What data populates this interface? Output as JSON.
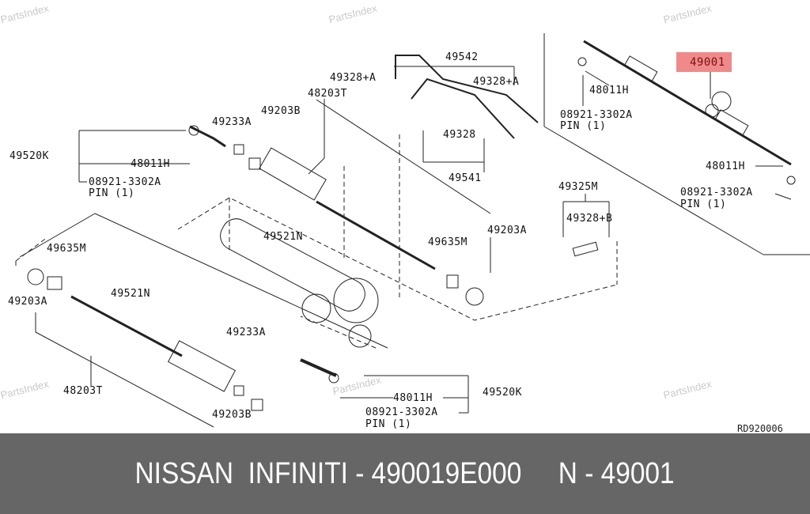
{
  "watermark": "PartsIndex",
  "highlight_color": "#f08a8a",
  "labels": {
    "l49542": "49542",
    "l49328a_1": "49328+A",
    "l49328a_2": "49328+A",
    "l48203t_1": "48203T",
    "l49203b_1": "49203B",
    "l49233a_1": "49233A",
    "l49328": "49328",
    "l49541": "49541",
    "l49520k_1": "49520K",
    "l48011h_1": "48011H",
    "l08921_1": "08921-3302A",
    "pin_1": "PIN (1)",
    "l49325m": "49325M",
    "l49328b": "49328+B",
    "l49203a_1": "49203A",
    "l49521n_1": "49521N",
    "l49635m_1": "49635M",
    "l49635m_2": "49635M",
    "l49203a_2": "49203A",
    "l49521n_2": "49521N",
    "l49233a_2": "49233A",
    "l48203t_2": "48203T",
    "l49203b_2": "49203B",
    "l48011h_2": "48011H",
    "l49520k_2": "49520K",
    "l08921_2": "08921-3302A",
    "pin_2": "PIN (1)",
    "l49001": "49001",
    "l48011h_3": "48011H",
    "l08921_3": "08921-3302A",
    "pin_3": "PIN (1)",
    "l48011h_4": "48011H",
    "l08921_4": "08921-3302A",
    "pin_4": "PIN (1)"
  },
  "diagram_code": "RD920006",
  "footer": {
    "text": "NISSAN  INFINITI - 490019E000     N - 49001"
  }
}
